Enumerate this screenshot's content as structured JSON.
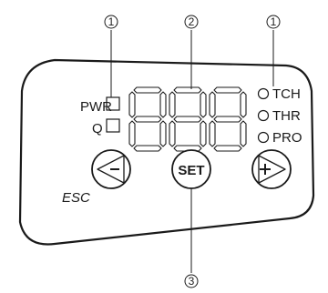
{
  "panel": {
    "indicators_left": [
      {
        "label": "PWR"
      },
      {
        "label": "Q"
      }
    ],
    "indicators_right": [
      {
        "label": "TCH"
      },
      {
        "label": "THR"
      },
      {
        "label": "PRO"
      }
    ],
    "display": {
      "digits": 3
    },
    "buttons": {
      "left": {
        "icon": "minus-arrow-left-icon"
      },
      "center": {
        "label": "SET"
      },
      "right": {
        "icon": "plus-arrow-right-icon"
      },
      "esc_label": "ESC"
    }
  },
  "callouts": [
    {
      "number": "1"
    },
    {
      "number": "2"
    },
    {
      "number": "1"
    },
    {
      "number": "3"
    }
  ]
}
